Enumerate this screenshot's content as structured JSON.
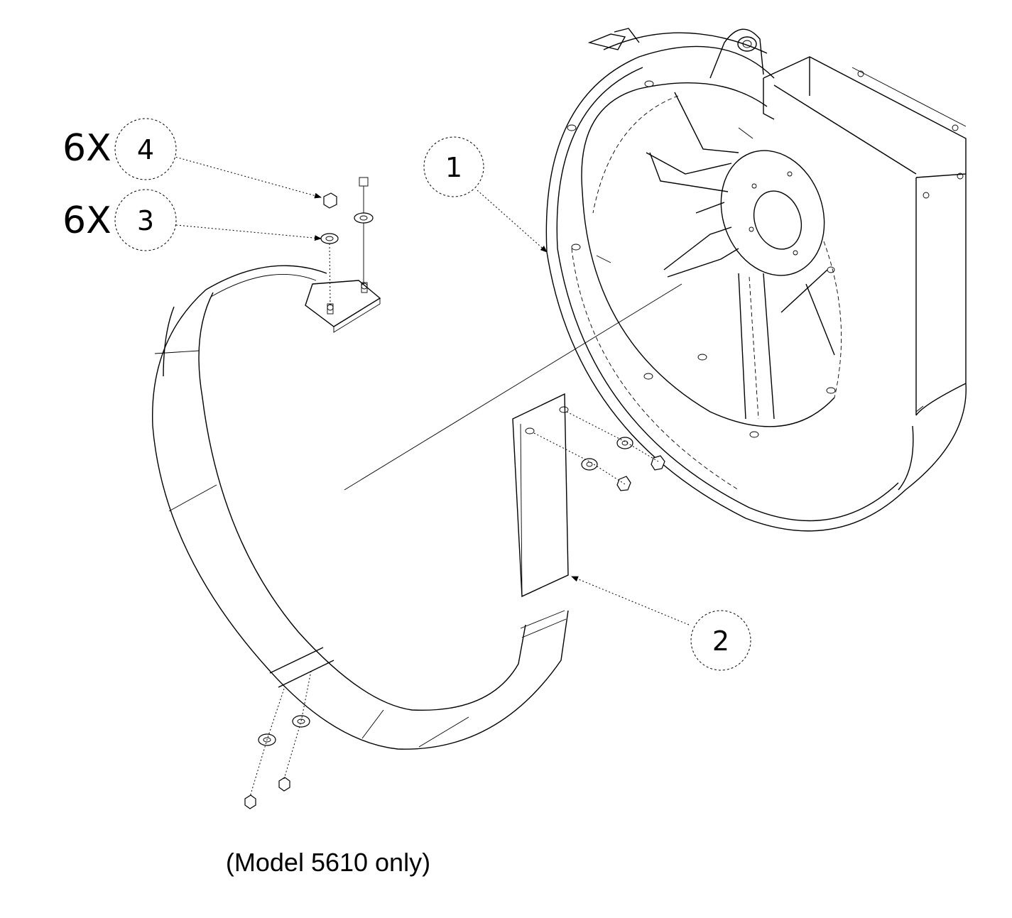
{
  "callouts": [
    {
      "id": "1",
      "label": "1"
    },
    {
      "id": "2",
      "label": "2"
    },
    {
      "id": "3",
      "label": "3",
      "quantity": "6X"
    },
    {
      "id": "4",
      "label": "4",
      "quantity": "6X"
    }
  ],
  "caption": "(Model 5610 only)"
}
